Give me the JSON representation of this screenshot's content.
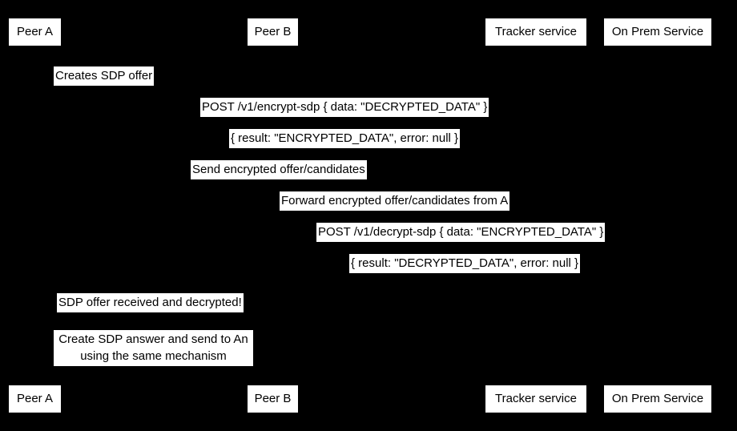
{
  "diagram": {
    "type": "uml-sequence-diagram",
    "background_color": "#000000",
    "label_background_color": "#ffffff",
    "label_text_color": "#000000",
    "participants": [
      {
        "id": "peer-a",
        "label": "Peer A"
      },
      {
        "id": "peer-b",
        "label": "Peer B"
      },
      {
        "id": "tracker-service",
        "label": "Tracker service"
      },
      {
        "id": "on-prem-service",
        "label": "On Prem Service"
      }
    ],
    "messages": [
      {
        "id": "m1",
        "label": "Creates SDP offer"
      },
      {
        "id": "m2",
        "label": "POST /v1/encrypt-sdp { data: \"DECRYPTED_DATA\" }"
      },
      {
        "id": "m3",
        "label": "{ result: \"ENCRYPTED_DATA\", error: null }"
      },
      {
        "id": "m4",
        "label": "Send encrypted offer/candidates"
      },
      {
        "id": "m5",
        "label": "Forward encrypted offer/candidates from A"
      },
      {
        "id": "m6",
        "label": "POST /v1/decrypt-sdp { data: \"ENCRYPTED_DATA\" }"
      },
      {
        "id": "m7",
        "label": "{ result: \"DECRYPTED_DATA\", error: null }"
      },
      {
        "id": "m8",
        "label": "SDP offer received and decrypted!"
      },
      {
        "id": "m9",
        "label": "Create SDP answer and send to An using the same mechanism"
      }
    ]
  }
}
